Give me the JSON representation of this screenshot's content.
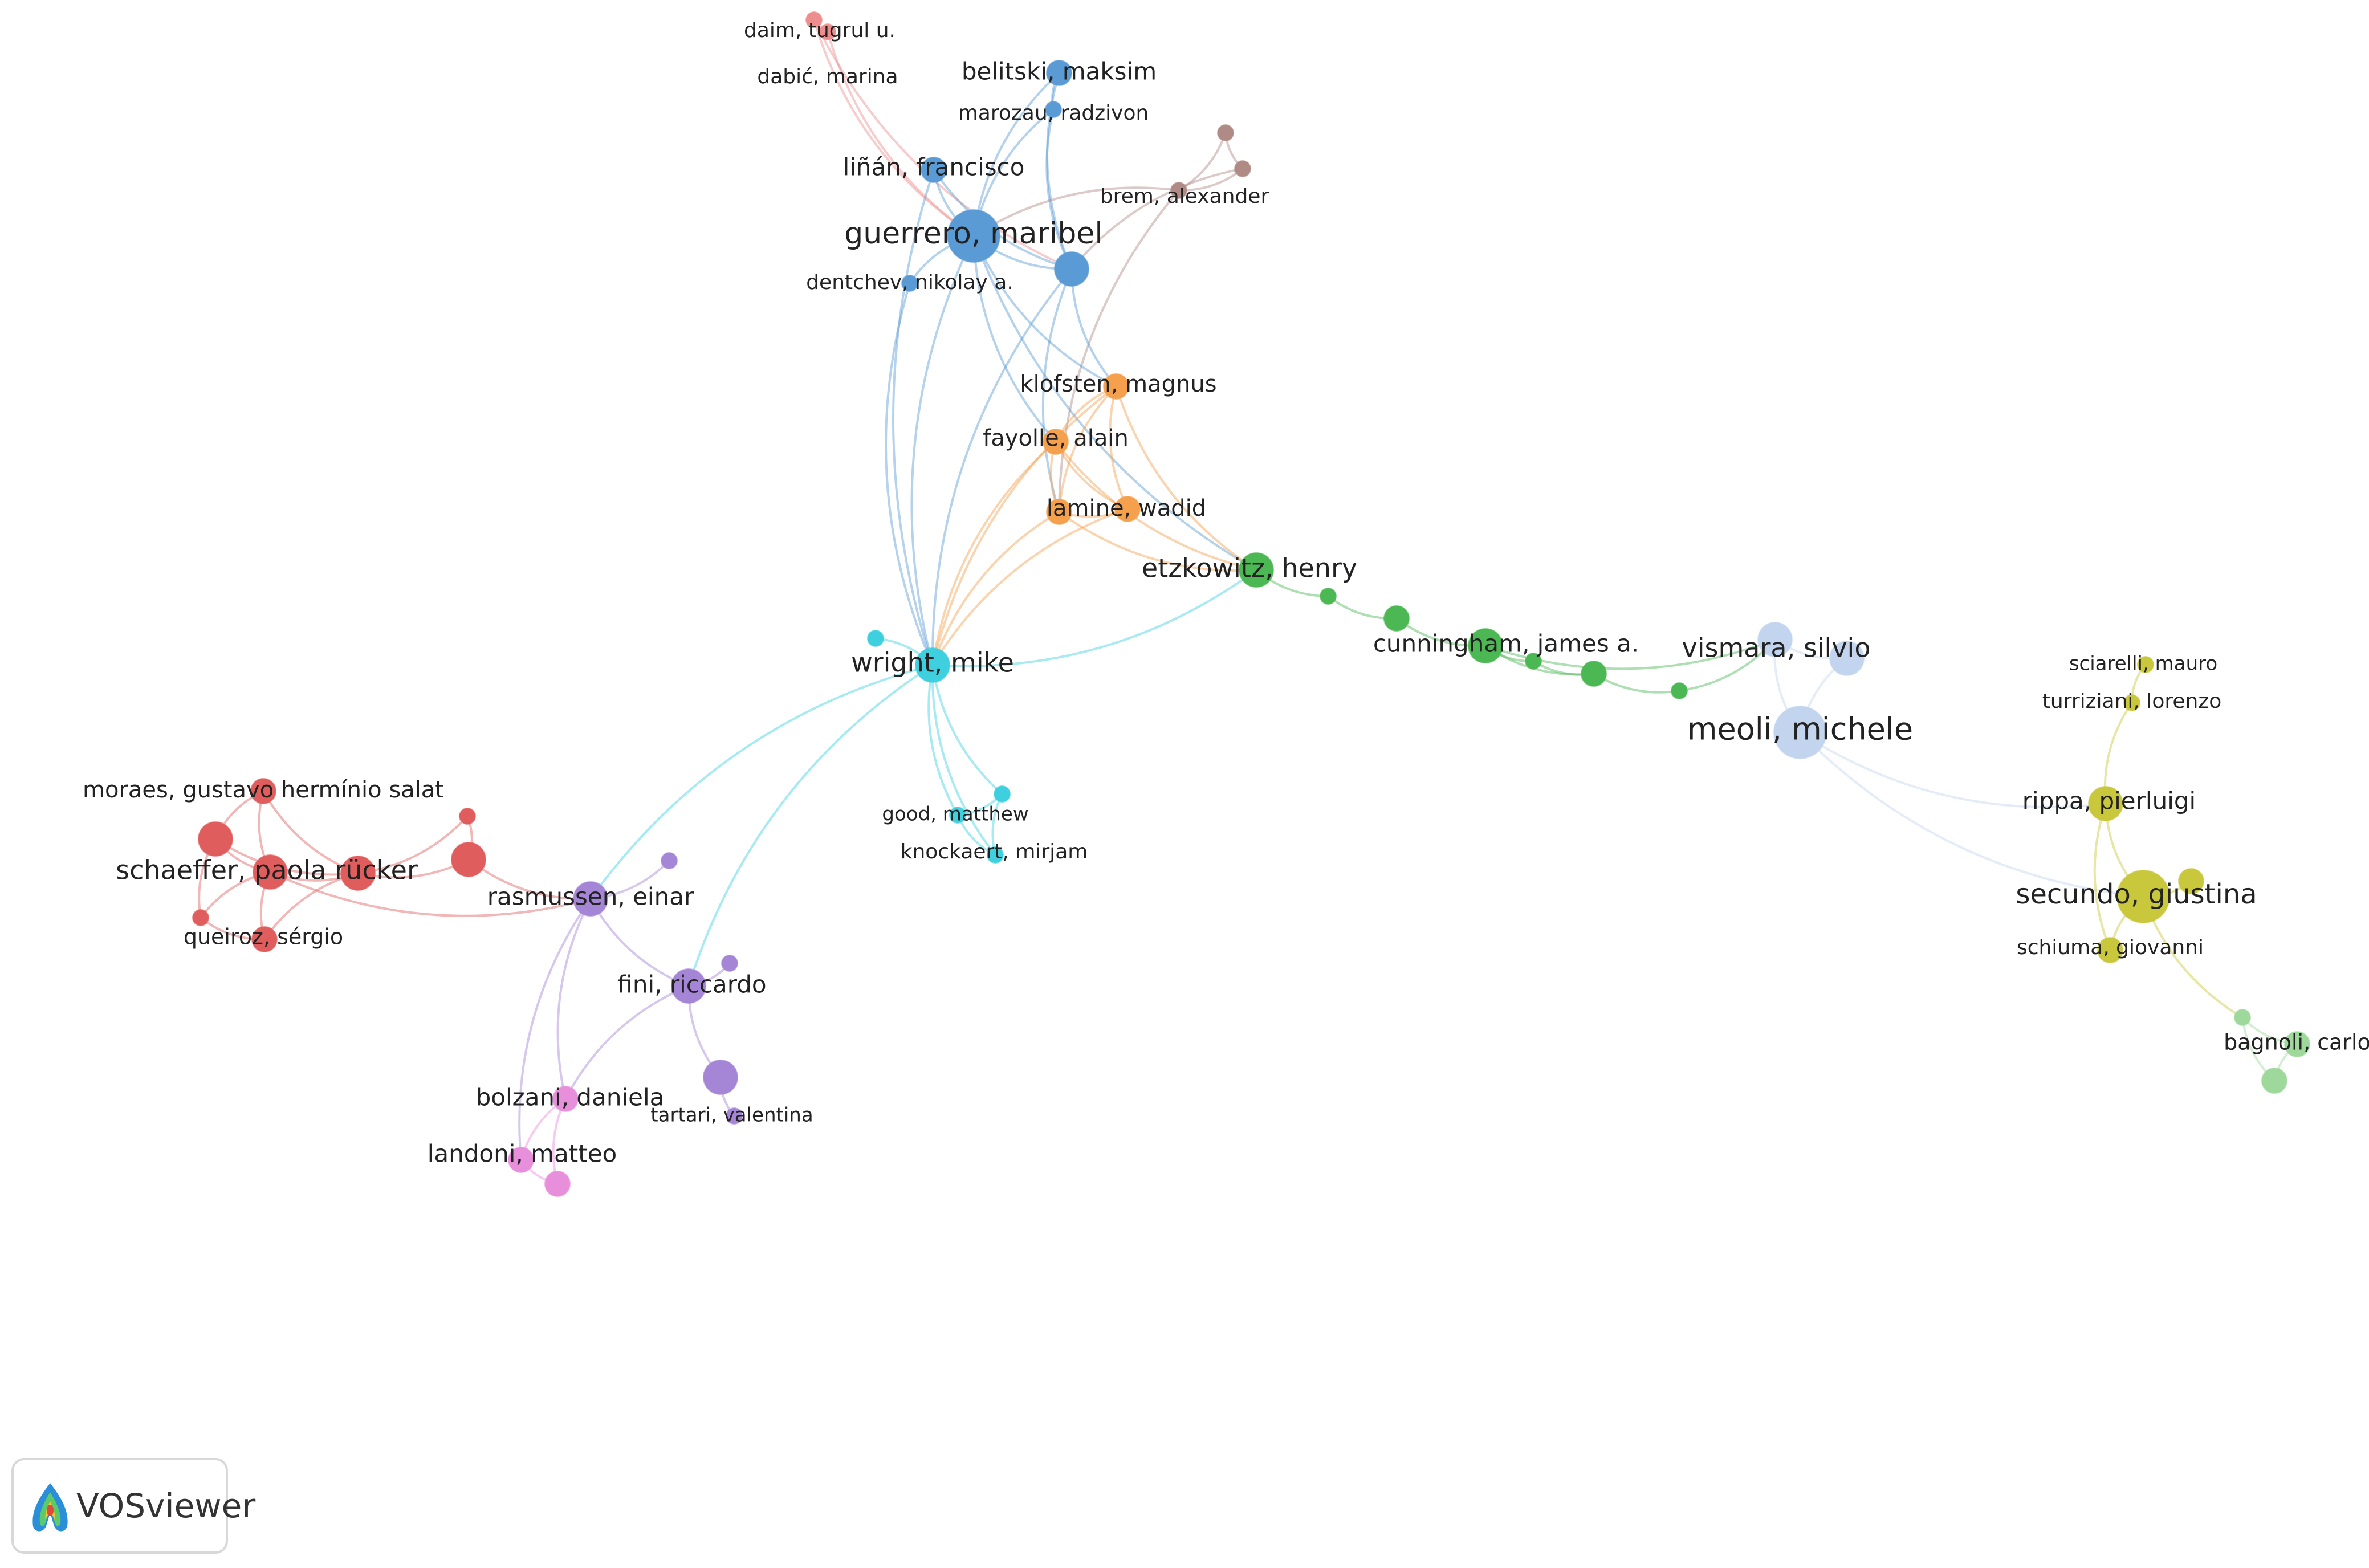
{
  "colors": {
    "blue": "#5b9bd5",
    "brown": "#b08a84",
    "salmon": "#ee8d8d",
    "orange": "#f5a04d",
    "green": "#4cb854",
    "cyan": "#3fd0df",
    "red": "#e05d5d",
    "purple": "#a585d6",
    "pink": "#e88fdc",
    "lightblue": "#c3d5ee",
    "yellow": "#c9c73c",
    "lightgreen": "#9ed99b"
  },
  "nodes": [
    {
      "id": "daim",
      "label": "daim, tugrul u.",
      "color": "salmon",
      "size": "s"
    },
    {
      "id": "dabic",
      "label": "dabić, marina",
      "color": "salmon",
      "size": "s"
    },
    {
      "id": "belitski",
      "label": "belitski, maksim",
      "color": "blue",
      "size": "m"
    },
    {
      "id": "marozau",
      "label": "marozau, radzivon",
      "color": "blue",
      "size": "s"
    },
    {
      "id": "linan",
      "label": "liñán, francisco",
      "color": "blue",
      "size": "m"
    },
    {
      "id": "brem",
      "label": "brem, alexander",
      "color": "brown",
      "size": "s"
    },
    {
      "id": "brown1",
      "label": "",
      "color": "brown",
      "size": "s"
    },
    {
      "id": "brown2",
      "label": "",
      "color": "brown",
      "size": "s"
    },
    {
      "id": "guerrero",
      "label": "guerrero, maribel",
      "color": "blue",
      "size": "xl"
    },
    {
      "id": "blue2",
      "label": "",
      "color": "blue",
      "size": "l"
    },
    {
      "id": "dentchev",
      "label": "dentchev, nikolay a.",
      "color": "blue",
      "size": "s"
    },
    {
      "id": "klofsten",
      "label": "klofsten, magnus",
      "color": "orange",
      "size": "m"
    },
    {
      "id": "fayolle",
      "label": "fayolle, alain",
      "color": "orange",
      "size": "m"
    },
    {
      "id": "lamine",
      "label": "lamine, wadid",
      "color": "orange",
      "size": "m"
    },
    {
      "id": "orange4",
      "label": "",
      "color": "orange",
      "size": "m"
    },
    {
      "id": "etzkowitz",
      "label": "etzkowitz, henry",
      "color": "green",
      "size": "l"
    },
    {
      "id": "green2",
      "label": "",
      "color": "green",
      "size": "s"
    },
    {
      "id": "green3",
      "label": "",
      "color": "green",
      "size": "m"
    },
    {
      "id": "cunningham",
      "label": "cunningham, james a.",
      "color": "green",
      "size": "l"
    },
    {
      "id": "green5",
      "label": "",
      "color": "green",
      "size": "s"
    },
    {
      "id": "green6",
      "label": "",
      "color": "green",
      "size": "m"
    },
    {
      "id": "green7",
      "label": "",
      "color": "green",
      "size": "s"
    },
    {
      "id": "vismara",
      "label": "vismara, silvio",
      "color": "lightblue",
      "size": "l"
    },
    {
      "id": "lb2",
      "label": "",
      "color": "lightblue",
      "size": "l"
    },
    {
      "id": "meoli",
      "label": "meoli, michele",
      "color": "lightblue",
      "size": "xl"
    },
    {
      "id": "wright",
      "label": "wright, mike",
      "color": "cyan",
      "size": "l"
    },
    {
      "id": "cyan2",
      "label": "",
      "color": "cyan",
      "size": "s"
    },
    {
      "id": "good",
      "label": "good, matthew",
      "color": "cyan",
      "size": "s"
    },
    {
      "id": "cyan4",
      "label": "",
      "color": "cyan",
      "size": "s"
    },
    {
      "id": "knockaert",
      "label": "knockaert, mirjam",
      "color": "cyan",
      "size": "s"
    },
    {
      "id": "moraes",
      "label": "moraes, gustavo hermínio salat",
      "color": "red",
      "size": "m"
    },
    {
      "id": "red2",
      "label": "",
      "color": "red",
      "size": "l"
    },
    {
      "id": "schaeffer",
      "label": "schaeffer, paola rücker",
      "color": "red",
      "size": "l"
    },
    {
      "id": "red4",
      "label": "",
      "color": "red",
      "size": "l"
    },
    {
      "id": "red5",
      "label": "",
      "color": "red",
      "size": "s"
    },
    {
      "id": "red6",
      "label": "",
      "color": "red",
      "size": "l"
    },
    {
      "id": "red7",
      "label": "",
      "color": "red",
      "size": "s"
    },
    {
      "id": "queiroz",
      "label": "queiroz, sérgio",
      "color": "red",
      "size": "m"
    },
    {
      "id": "rasmussen",
      "label": "rasmussen, einar",
      "color": "purple",
      "size": "l"
    },
    {
      "id": "purple2",
      "label": "",
      "color": "purple",
      "size": "s"
    },
    {
      "id": "fini",
      "label": "fini, riccardo",
      "color": "purple",
      "size": "l"
    },
    {
      "id": "purple4",
      "label": "",
      "color": "purple",
      "size": "s"
    },
    {
      "id": "purple5",
      "label": "",
      "color": "purple",
      "size": "l"
    },
    {
      "id": "tartari",
      "label": "tartari, valentina",
      "color": "purple",
      "size": "s"
    },
    {
      "id": "bolzani",
      "label": "bolzani, daniela",
      "color": "pink",
      "size": "m"
    },
    {
      "id": "landoni",
      "label": "landoni, matteo",
      "color": "pink",
      "size": "m"
    },
    {
      "id": "pink3",
      "label": "",
      "color": "pink",
      "size": "m"
    },
    {
      "id": "sciarelli",
      "label": "sciarelli, mauro",
      "color": "yellow",
      "size": "s"
    },
    {
      "id": "turriziani",
      "label": "turriziani, lorenzo",
      "color": "yellow",
      "size": "s"
    },
    {
      "id": "rippa",
      "label": "rippa, pierluigi",
      "color": "yellow",
      "size": "l"
    },
    {
      "id": "secundo",
      "label": "secundo, giustina",
      "color": "yellow",
      "size": "xl"
    },
    {
      "id": "yellow5",
      "label": "",
      "color": "yellow",
      "size": "m"
    },
    {
      "id": "schiuma",
      "label": "schiuma, giovanni",
      "color": "yellow",
      "size": "m"
    },
    {
      "id": "lg1",
      "label": "",
      "color": "lightgreen",
      "size": "s"
    },
    {
      "id": "bagnoli",
      "label": "bagnoli, carlo",
      "color": "lightgreen",
      "size": "m"
    },
    {
      "id": "lg3",
      "label": "",
      "color": "lightgreen",
      "size": "m"
    }
  ],
  "links": [
    [
      "daim",
      "dabic"
    ],
    [
      "daim",
      "guerrero"
    ],
    [
      "dabic",
      "guerrero"
    ],
    [
      "daim",
      "blue2"
    ],
    [
      "belitski",
      "marozau"
    ],
    [
      "belitski",
      "guerrero"
    ],
    [
      "marozau",
      "guerrero"
    ],
    [
      "marozau",
      "blue2"
    ],
    [
      "belitski",
      "blue2"
    ],
    [
      "linan",
      "guerrero"
    ],
    [
      "linan",
      "blue2"
    ],
    [
      "linan",
      "wright"
    ],
    [
      "brem",
      "brown1"
    ],
    [
      "brem",
      "brown2"
    ],
    [
      "brown1",
      "brown2"
    ],
    [
      "brem",
      "guerrero"
    ],
    [
      "brem",
      "lamine"
    ],
    [
      "brown2",
      "blue2"
    ],
    [
      "guerrero",
      "blue2"
    ],
    [
      "guerrero",
      "dentchev"
    ],
    [
      "guerrero",
      "wright"
    ],
    [
      "guerrero",
      "klofsten"
    ],
    [
      "guerrero",
      "fayolle"
    ],
    [
      "guerrero",
      "etzkowitz"
    ],
    [
      "blue2",
      "wright"
    ],
    [
      "blue2",
      "klofsten"
    ],
    [
      "blue2",
      "lamine"
    ],
    [
      "dentchev",
      "wright"
    ],
    [
      "klofsten",
      "fayolle"
    ],
    [
      "klofsten",
      "lamine"
    ],
    [
      "klofsten",
      "orange4"
    ],
    [
      "klofsten",
      "wright"
    ],
    [
      "klofsten",
      "etzkowitz"
    ],
    [
      "fayolle",
      "lamine"
    ],
    [
      "fayolle",
      "wright"
    ],
    [
      "fayolle",
      "orange4"
    ],
    [
      "fayolle",
      "etzkowitz"
    ],
    [
      "lamine",
      "orange4"
    ],
    [
      "lamine",
      "wright"
    ],
    [
      "lamine",
      "etzkowitz"
    ],
    [
      "orange4",
      "wright"
    ],
    [
      "wright",
      "etzkowitz"
    ],
    [
      "wright",
      "cyan2"
    ],
    [
      "wright",
      "good"
    ],
    [
      "wright",
      "cyan4"
    ],
    [
      "wright",
      "knockaert"
    ],
    [
      "good",
      "cyan4"
    ],
    [
      "good",
      "knockaert"
    ],
    [
      "cyan4",
      "knockaert"
    ],
    [
      "wright",
      "rasmussen"
    ],
    [
      "wright",
      "fini"
    ],
    [
      "etzkowitz",
      "green2"
    ],
    [
      "green2",
      "green3"
    ],
    [
      "green3",
      "cunningham"
    ],
    [
      "cunningham",
      "green5"
    ],
    [
      "cunningham",
      "green6"
    ],
    [
      "green5",
      "green6"
    ],
    [
      "green6",
      "green7"
    ],
    [
      "green7",
      "vismara"
    ],
    [
      "cunningham",
      "vismara"
    ],
    [
      "vismara",
      "lb2"
    ],
    [
      "vismara",
      "meoli"
    ],
    [
      "lb2",
      "meoli"
    ],
    [
      "meoli",
      "rippa"
    ],
    [
      "meoli",
      "secundo"
    ],
    [
      "sciarelli",
      "turriziani"
    ],
    [
      "turriziani",
      "rippa"
    ],
    [
      "rippa",
      "secundo"
    ],
    [
      "secundo",
      "yellow5"
    ],
    [
      "secundo",
      "schiuma"
    ],
    [
      "rippa",
      "schiuma"
    ],
    [
      "secundo",
      "lg1"
    ],
    [
      "lg1",
      "bagnoli"
    ],
    [
      "bagnoli",
      "lg3"
    ],
    [
      "lg1",
      "lg3"
    ],
    [
      "moraes",
      "red2"
    ],
    [
      "moraes",
      "schaeffer"
    ],
    [
      "moraes",
      "red4"
    ],
    [
      "red2",
      "schaeffer"
    ],
    [
      "red2",
      "red4"
    ],
    [
      "red2",
      "red5"
    ],
    [
      "schaeffer",
      "red4"
    ],
    [
      "schaeffer",
      "queiroz"
    ],
    [
      "schaeffer",
      "red5"
    ],
    [
      "red4",
      "queiroz"
    ],
    [
      "red4",
      "red6"
    ],
    [
      "red4",
      "red7"
    ],
    [
      "red5",
      "queiroz"
    ],
    [
      "red6",
      "red7"
    ],
    [
      "red6",
      "rasmussen"
    ],
    [
      "schaeffer",
      "rasmussen"
    ],
    [
      "rasmussen",
      "purple2"
    ],
    [
      "rasmussen",
      "fini"
    ],
    [
      "rasmussen",
      "bolzani"
    ],
    [
      "rasmussen",
      "landoni"
    ],
    [
      "fini",
      "purple4"
    ],
    [
      "fini",
      "purple5"
    ],
    [
      "fini",
      "bolzani"
    ],
    [
      "purple5",
      "tartari"
    ],
    [
      "bolzani",
      "landoni"
    ],
    [
      "bolzani",
      "pink3"
    ],
    [
      "landoni",
      "pink3"
    ]
  ],
  "logo": {
    "text": "VOSviewer"
  }
}
